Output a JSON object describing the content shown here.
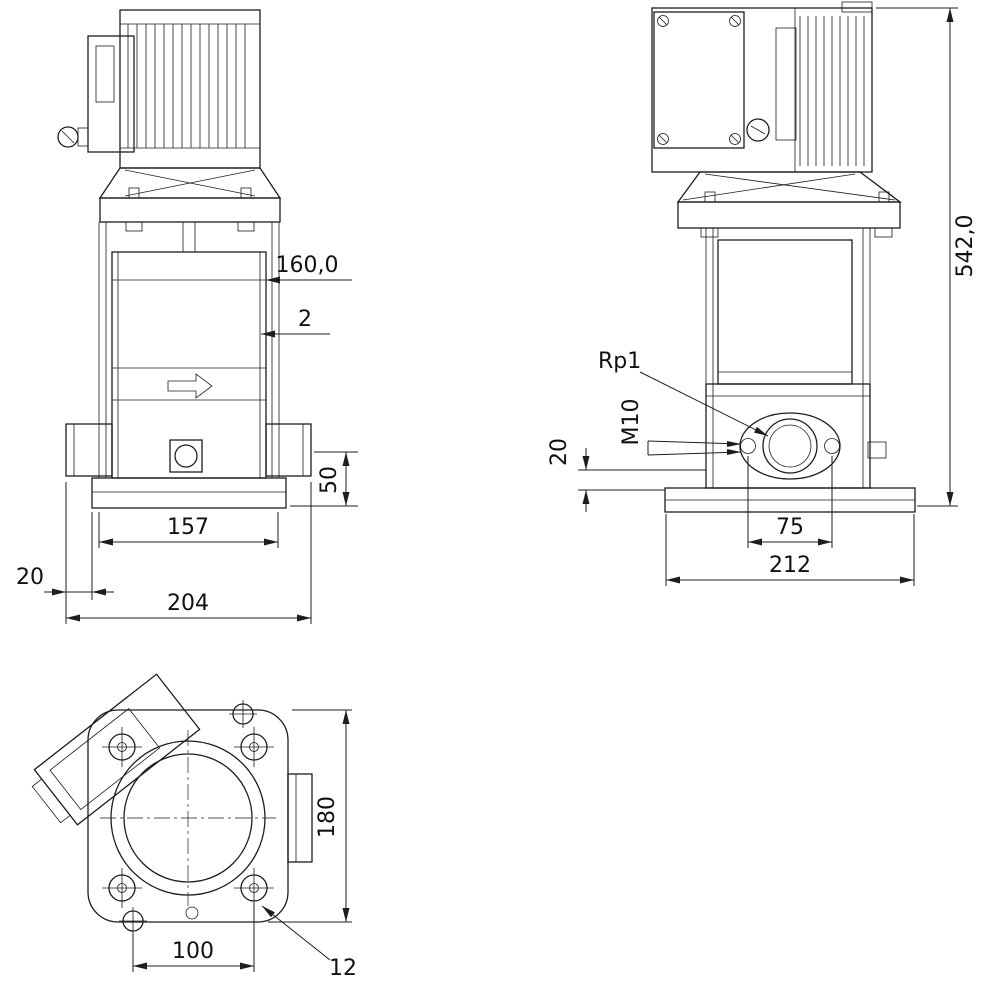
{
  "drawing": {
    "front_view": {
      "dim_length": "160,0",
      "dim_wall": "2",
      "dim_height_50": "50",
      "dim_width_157": "157",
      "dim_offset_20": "20",
      "dim_width_204": "204"
    },
    "side_view": {
      "dim_height_542": "542,0",
      "label_rp1": "Rp1",
      "label_m10": "M10",
      "dim_20": "20",
      "dim_75": "75",
      "dim_212": "212"
    },
    "top_view": {
      "dim_180": "180",
      "dim_100": "100",
      "dim_12": "12"
    }
  }
}
